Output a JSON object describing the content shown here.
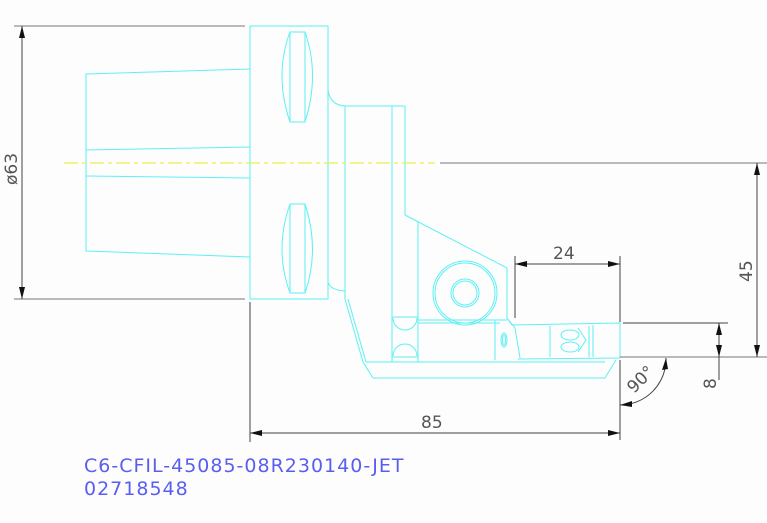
{
  "drawing": {
    "title_block": {
      "part_designation": "C6-CFIL-45085-08R230140-JET",
      "part_number": "02718548"
    },
    "dimensions": {
      "diameter": "ø63",
      "overall_length": "85",
      "center_height": "45",
      "insert_projection": "24",
      "shank_height": "8",
      "approach_angle": "90°"
    },
    "colors": {
      "geometry": "#5ef0f4",
      "centerline": "#f0f04a",
      "dimension_lines": "#444444",
      "title_text": "#5a5ef0"
    }
  }
}
